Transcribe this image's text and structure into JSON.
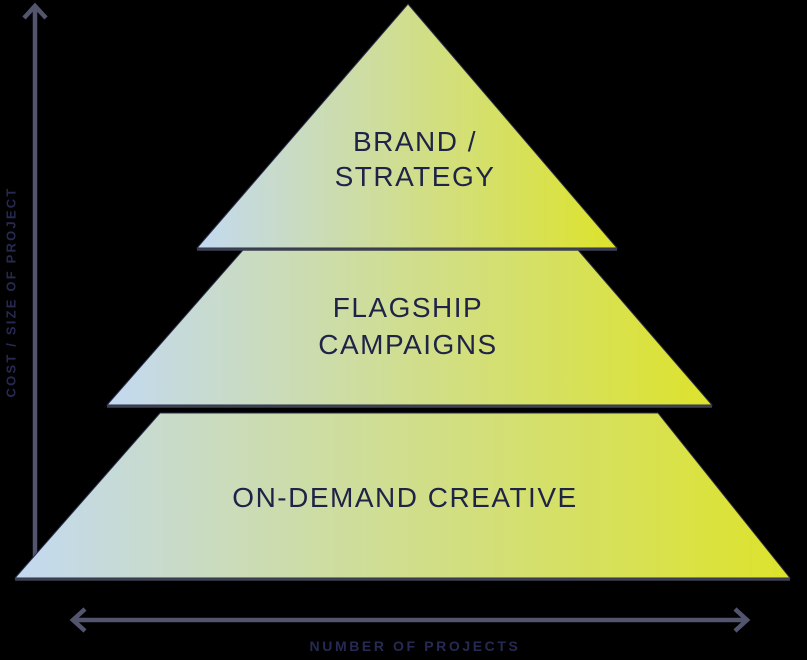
{
  "colors": {
    "background": "#000000",
    "gradient_start": "#c3d9f1",
    "gradient_end": "#dde32b",
    "tier_text": "#1f2347",
    "tier_edge": "#2b2e4a",
    "tier_divider": "#3e4150",
    "axis": "#53556f",
    "axis_label": "#262a52"
  },
  "chart_data": {
    "type": "pyramid",
    "y_axis_label": "COST / SIZE OF PROJECT",
    "x_axis_label": "NUMBER OF PROJECTS",
    "tiers": [
      {
        "rank": 1,
        "position": "top",
        "label": "BRAND / STRATEGY",
        "lines": [
          "BRAND /",
          "STRATEGY"
        ]
      },
      {
        "rank": 2,
        "position": "middle",
        "label": "FLAGSHIP CAMPAIGNS",
        "lines": [
          "FLAGSHIP",
          "CAMPAIGNS"
        ]
      },
      {
        "rank": 3,
        "position": "bottom",
        "label": "ON-DEMAND CREATIVE",
        "lines": [
          "ON-DEMAND CREATIVE"
        ]
      }
    ]
  }
}
